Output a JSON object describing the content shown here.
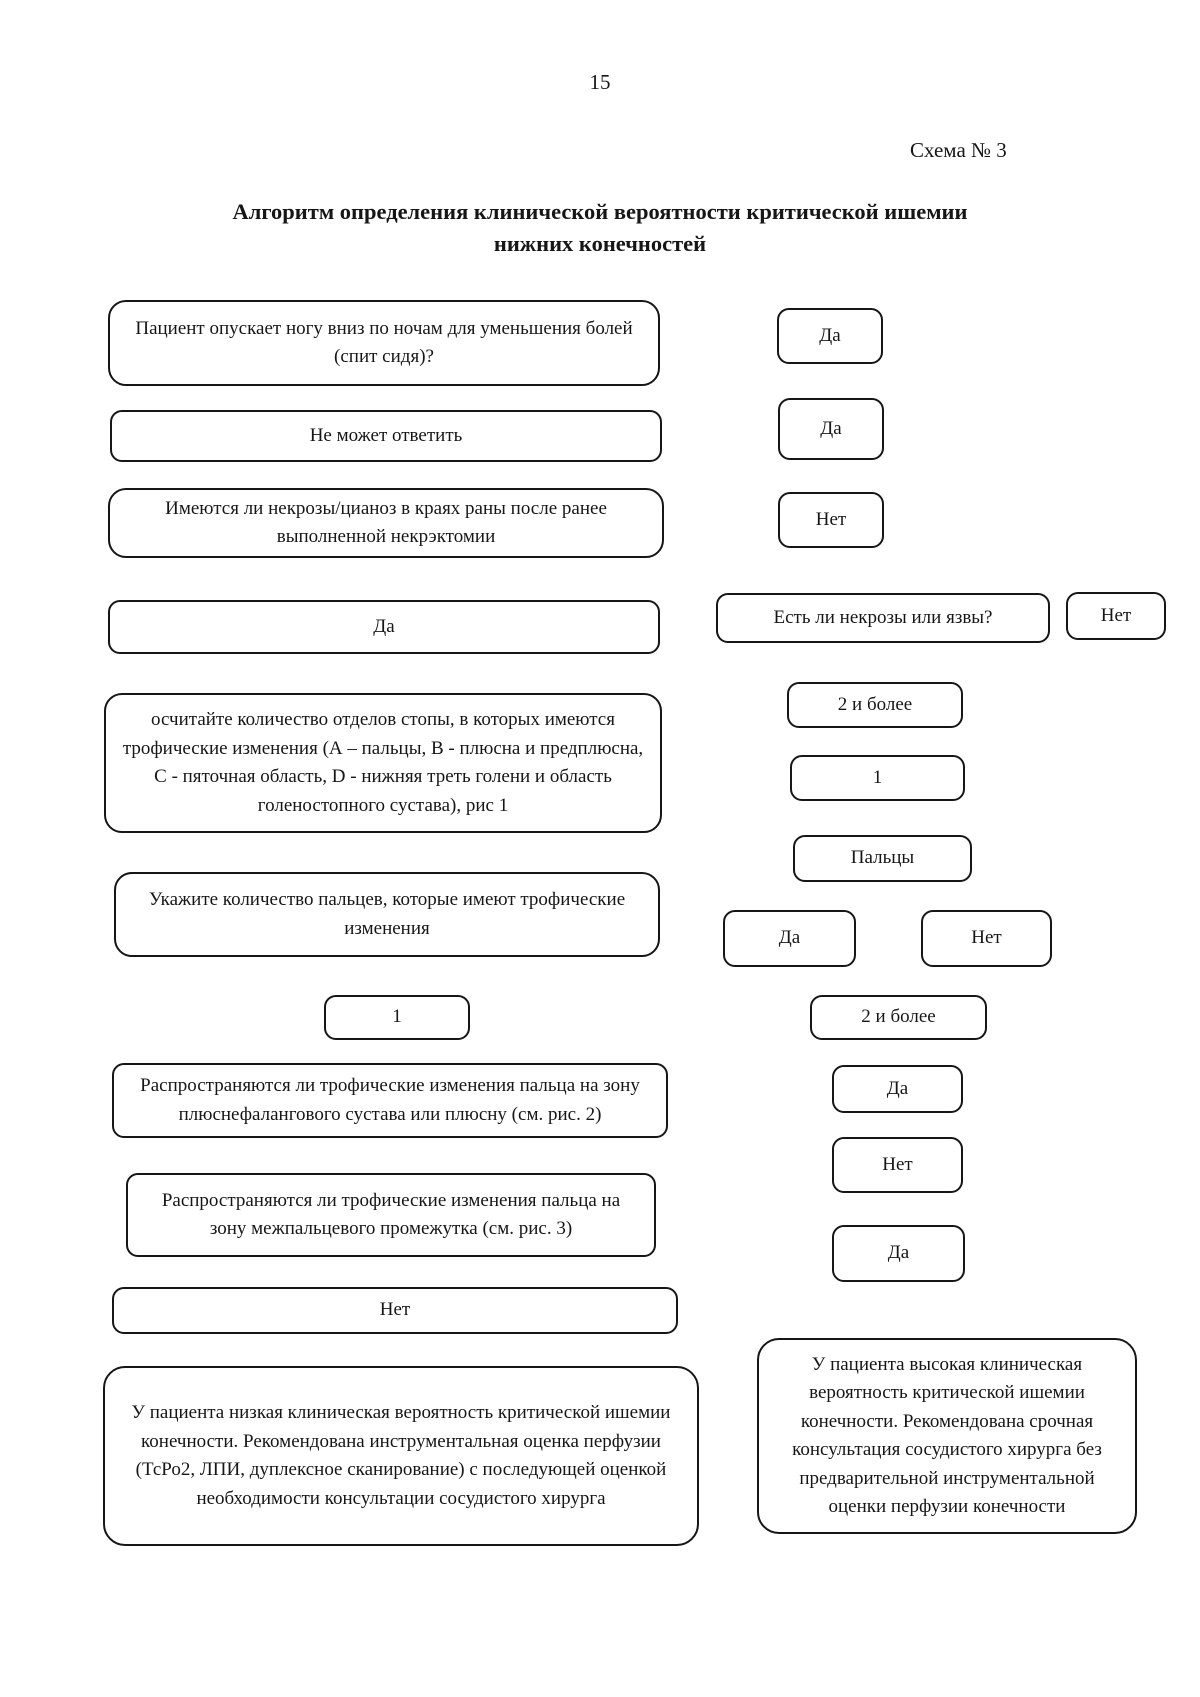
{
  "page": {
    "number": "15",
    "schema_label": "Схема № 3",
    "title_line1": "Алгоритм определения клинической вероятности критической ишемии",
    "title_line2": "нижних конечностей"
  },
  "nodes": {
    "q_night_pain": "Пациент опускает ногу вниз по ночам для уменьшения болей (спит сидя)?",
    "a_night_pain_yes": "Да",
    "q_cannot_answer": "Не может ответить",
    "a_cannot_answer_yes": "Да",
    "q_necrosis_wound": "Имеются ли некрозы/цианоз в краях раны после ранее выполненной некрэктомии",
    "a_necrosis_wound_no": "Нет",
    "a_yes_wide": "Да",
    "q_necrosis_ulcers": "Есть ли некрозы или язвы?",
    "a_necrosis_ulcers_no": "Нет",
    "q_foot_sections": "осчитайте количество отделов стопы, в которых имеются трофические изменения (А – пальцы, В - плюсна и предплюсна, С - пяточная область, D - нижняя треть голени и область голеностопного сустава), рис 1",
    "a_sections_two_or_more": "2 и более",
    "a_sections_one": "1",
    "a_toes": "Пальцы",
    "q_toe_count": "Укажите количество пальцев, которые имеют трофические изменения",
    "a_toe_yes": "Да",
    "a_toe_no": "Нет",
    "a_count_one": "1",
    "a_count_two_or_more": "2 и более",
    "q_mtp_spread": "Распространяются ли трофические изменения пальца на зону плюснефалангового сустава или плюсну (см. рис. 2)",
    "a_mtp_yes": "Да",
    "a_interdigital_no": "Нет",
    "q_interdigital_spread": "Распространяются ли трофические изменения пальца на зону межпальцевого промежутка (см. рис. 3)",
    "a_interdigital_yes": "Да",
    "a_no_wide": "Нет",
    "outcome_low": "У пациента низкая клиническая вероятность критической ишемии конечности. Рекомендована инструментальная оценка перфузии (ТсРо2, ЛПИ, дуплексное сканирование) с последующей оценкой необходимости консультации сосудистого хирурга",
    "outcome_high": "У пациента высокая клиническая вероятность критической ишемии конечности. Рекомендована срочная консультация сосудистого хирурга без предварительной инструментальной оценки перфузии конечности"
  },
  "colors": {
    "background": "#ffffff",
    "border": "#161616",
    "text": "#161616"
  }
}
